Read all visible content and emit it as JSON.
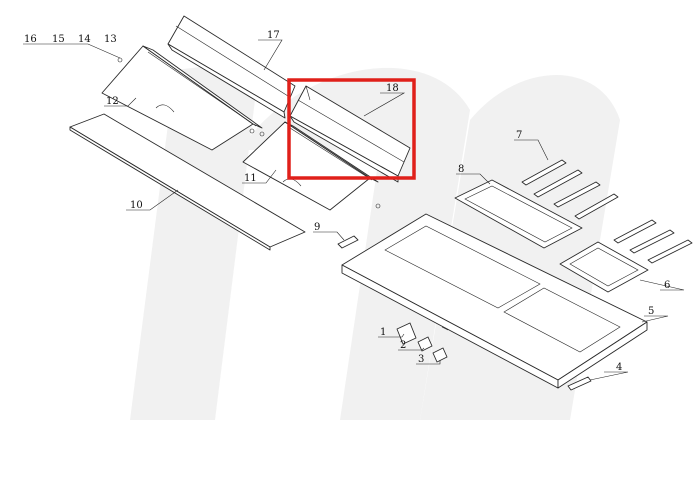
{
  "diagram": {
    "callouts": [
      "1",
      "2",
      "3",
      "4",
      "5",
      "6",
      "7",
      "8",
      "9",
      "10",
      "11",
      "12",
      "13",
      "14",
      "15",
      "16",
      "17",
      "18"
    ],
    "highlight": {
      "target": "18",
      "color": "#e0201a"
    },
    "colors": {
      "line": "#2a2a2a",
      "watermark": "#f1f1f1",
      "background": "#ffffff"
    }
  }
}
